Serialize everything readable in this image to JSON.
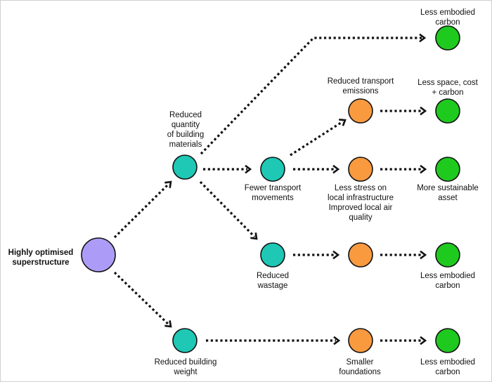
{
  "colors": {
    "root": "#ad9cf7",
    "teal": "#1ec8b4",
    "orange": "#f99a3f",
    "green": "#1fca1f",
    "stroke": "#111111",
    "arrow": "#111111"
  },
  "nodes": [
    {
      "id": "root",
      "label": "Highly optimised\nsuperstructure",
      "color": "root"
    },
    {
      "id": "materials",
      "label": "Reduced\nquantity\nof building\nmaterials",
      "color": "teal"
    },
    {
      "id": "weight",
      "label": "Reduced building\nweight",
      "color": "teal"
    },
    {
      "id": "transport",
      "label": "Fewer transport\nmovements",
      "color": "teal"
    },
    {
      "id": "wastage",
      "label": "Reduced\nwastage",
      "color": "teal"
    },
    {
      "id": "emissions",
      "label": "Reduced transport\nemissions",
      "color": "orange"
    },
    {
      "id": "stress",
      "label": "Less stress on\nlocal infrastructure\nImproved local air\nquality",
      "color": "orange"
    },
    {
      "id": "wastage-orange",
      "label": "",
      "color": "orange"
    },
    {
      "id": "foundations",
      "label": "Smaller\nfoundations",
      "color": "orange"
    },
    {
      "id": "embodied-1",
      "label": "Less embodied\ncarbon",
      "color": "green"
    },
    {
      "id": "space",
      "label": "Less space, cost\n+ carbon",
      "color": "green"
    },
    {
      "id": "sustainable",
      "label": "More sustainable\nasset",
      "color": "green"
    },
    {
      "id": "embodied-2",
      "label": "Less embodied\ncarbon",
      "color": "green"
    },
    {
      "id": "embodied-3",
      "label": "Less embodied\ncarbon",
      "color": "green"
    }
  ],
  "edges": [
    {
      "from": "root",
      "to": "materials"
    },
    {
      "from": "root",
      "to": "weight"
    },
    {
      "from": "materials",
      "to": "embodied-1"
    },
    {
      "from": "materials",
      "to": "transport"
    },
    {
      "from": "materials",
      "to": "wastage"
    },
    {
      "from": "transport",
      "to": "emissions"
    },
    {
      "from": "transport",
      "to": "stress"
    },
    {
      "from": "emissions",
      "to": "space"
    },
    {
      "from": "stress",
      "to": "sustainable"
    },
    {
      "from": "wastage",
      "to": "wastage-orange"
    },
    {
      "from": "wastage-orange",
      "to": "embodied-2"
    },
    {
      "from": "weight",
      "to": "foundations"
    },
    {
      "from": "foundations",
      "to": "embodied-3"
    }
  ]
}
